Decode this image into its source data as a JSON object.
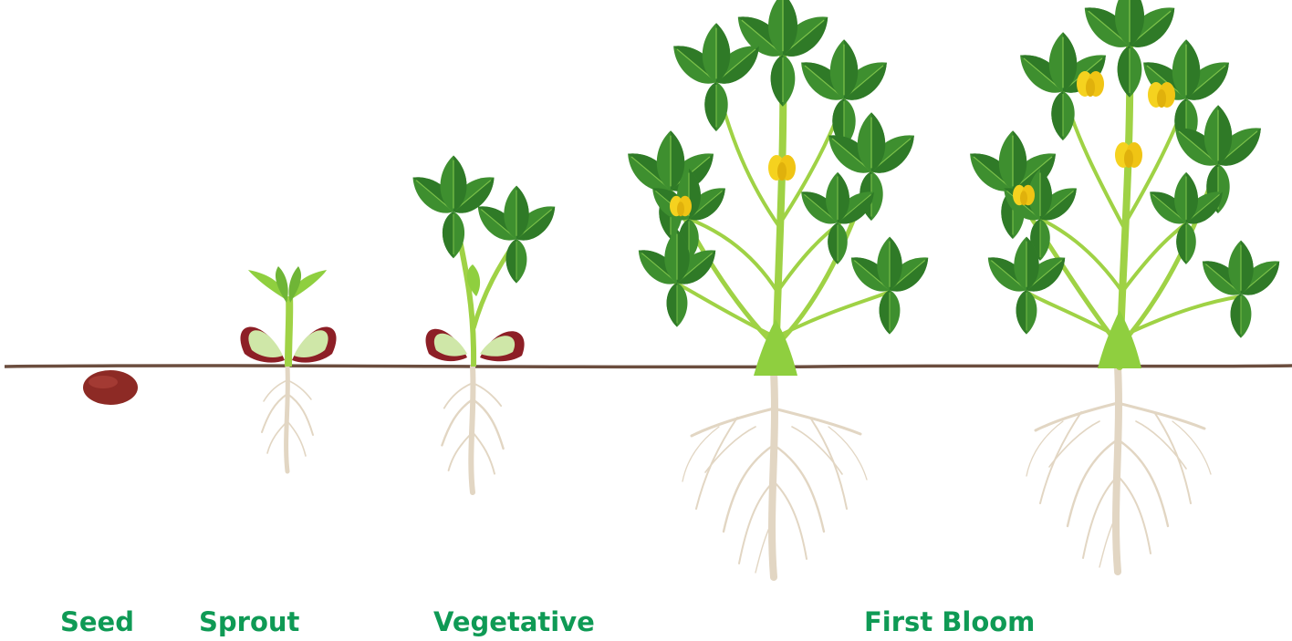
{
  "labels": {
    "seed": "Seed",
    "sprout": "Sprout",
    "vegetative": "Vegetative",
    "first_bloom": "First Bloom"
  },
  "colors": {
    "label_green": "#0f9a55",
    "soil_line": "#6b4d3e",
    "root": "#e2d6c3",
    "seed": "#8d2a25",
    "leaf_dark": "#2f7f2e",
    "leaf_mid": "#47a033",
    "leaf_light": "#8fcf3f",
    "stem": "#9fd245",
    "cotyledon": "#cfe7a8",
    "flower": "#f5d21f",
    "flower_dark": "#e0b10c"
  }
}
